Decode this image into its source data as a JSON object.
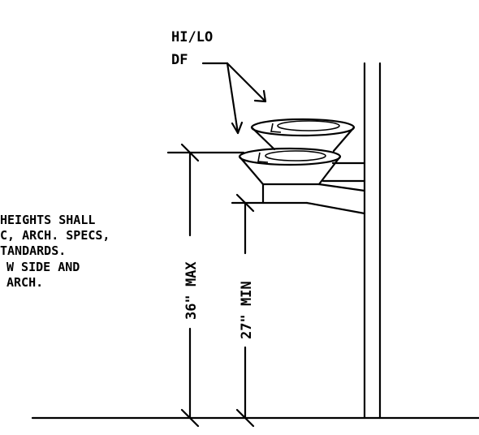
{
  "callout": {
    "line1": "HI/LO",
    "line2": "DF"
  },
  "note": {
    "lines": [
      "HEIGHTS SHALL",
      "C, ARCH. SPECS,",
      "TANDARDS.",
      "W SIDE AND",
      "ARCH."
    ]
  },
  "dimensions": {
    "max_label": "36\" MAX",
    "min_label": "27\" MIN"
  },
  "colors": {
    "ink": "#000000",
    "background": "#ffffff"
  }
}
